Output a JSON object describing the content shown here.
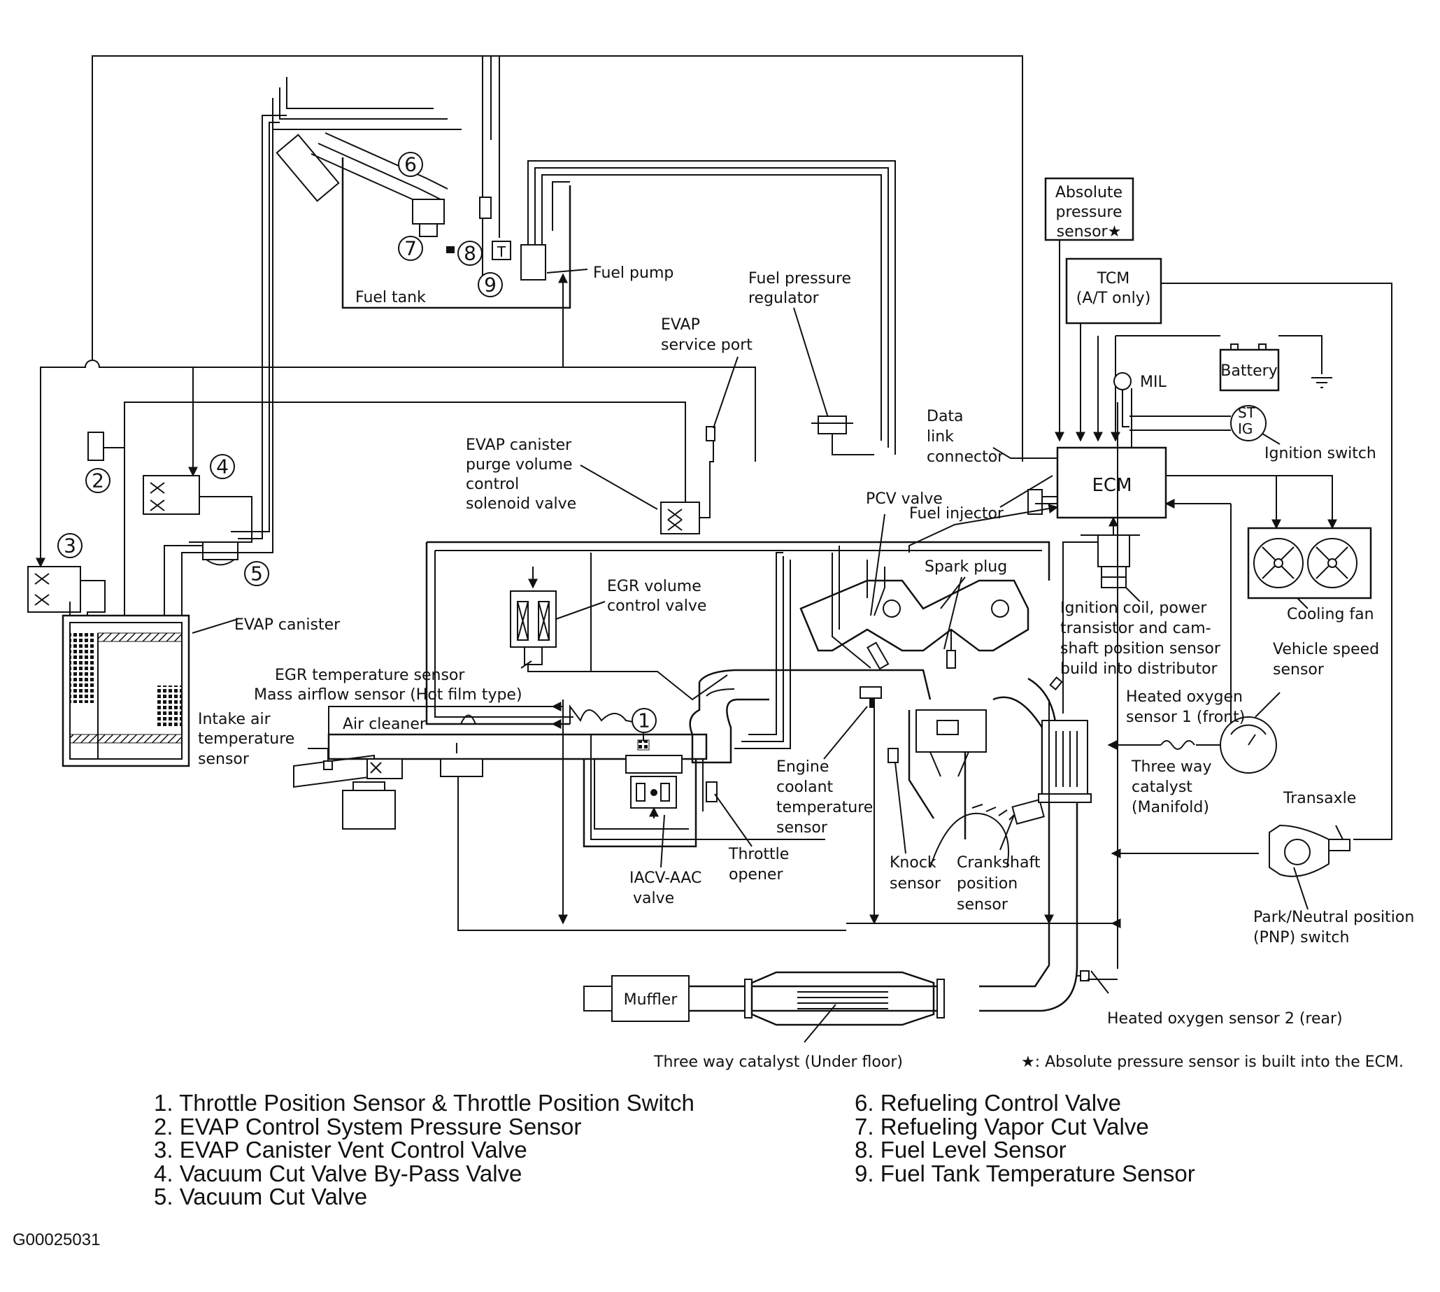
{
  "labels": {
    "absolute_pressure_sensor": [
      "Absolute",
      "pressure",
      "sensor★"
    ],
    "tcm": [
      "TCM",
      "(A/T only)"
    ],
    "battery": "Battery",
    "mil": "MIL",
    "fuel_pump": "Fuel pump",
    "fuel_tank": "Fuel tank",
    "fuel_pressure_regulator": [
      "Fuel pressure",
      "regulator"
    ],
    "evap_service_port": [
      "EVAP",
      "service port"
    ],
    "data_link_connector": [
      "Data",
      "link",
      "connector"
    ],
    "ecm": "ECM",
    "ignition_switch": "Ignition switch",
    "st": "ST",
    "ig": "IG",
    "evap_purge_valve": [
      "EVAP canister",
      "purge volume",
      "control",
      "solenoid valve"
    ],
    "pcv_valve": "PCV valve",
    "fuel_injector": "Fuel injector",
    "spark_plug": "Spark plug",
    "egr_volume_control_valve": [
      "EGR volume",
      "control valve"
    ],
    "evap_canister": "EVAP canister",
    "cooling_fan": "Cooling fan",
    "ignition_coil": [
      "Ignition coil, power",
      "transistor and cam-",
      "shaft position sensor",
      "build into distributor"
    ],
    "vehicle_speed_sensor": [
      "Vehicle speed",
      "sensor"
    ],
    "egr_temperature_sensor": "EGR temperature sensor",
    "mass_airflow_sensor": "Mass airflow sensor (Hot film type)",
    "heated_oxygen_sensor_1": [
      "Heated oxygen",
      "sensor 1 (front)"
    ],
    "intake_air_temperature_sensor": [
      "Intake air",
      "temperature",
      "sensor"
    ],
    "air_cleaner": "Air cleaner",
    "three_way_catalyst_manifold": [
      "Three way",
      "catalyst",
      "(Manifold)"
    ],
    "engine_coolant_temperature_sensor": [
      "Engine",
      "coolant",
      "temperature",
      "sensor"
    ],
    "transaxle": "Transaxle",
    "throttle_opener": [
      "Throttle",
      "opener"
    ],
    "iacv_aac_valve": [
      "IACV-AAC",
      "valve"
    ],
    "knock_sensor": [
      "Knock",
      "sensor"
    ],
    "crankshaft_position_sensor": [
      "Crankshaft",
      "position",
      "sensor"
    ],
    "pnp_switch": [
      "Park/Neutral position",
      "(PNP) switch"
    ],
    "muffler": "Muffler",
    "heated_oxygen_sensor_2": "Heated oxygen sensor 2 (rear)",
    "three_way_catalyst_under_floor": "Three way catalyst (Under floor)",
    "footnote": "★: Absolute pressure sensor is built into the ECM.",
    "throttle_marker": "I"
  },
  "callout_numbers": [
    "1",
    "2",
    "3",
    "4",
    "5",
    "6",
    "7",
    "8",
    "9"
  ],
  "temp_sensor_glyph": "T",
  "legend": {
    "left": [
      "1. Throttle Position Sensor & Throttle Position Switch",
      "2. EVAP Control System Pressure Sensor",
      "3. EVAP Canister Vent Control Valve",
      "4. Vacuum Cut Valve By-Pass Valve",
      "5. Vacuum Cut Valve"
    ],
    "right": [
      "6. Refueling Control Valve",
      "7. Refueling Vapor Cut Valve",
      "8. Fuel Level Sensor",
      "9. Fuel Tank Temperature Sensor"
    ]
  },
  "figure_id": "G00025031"
}
